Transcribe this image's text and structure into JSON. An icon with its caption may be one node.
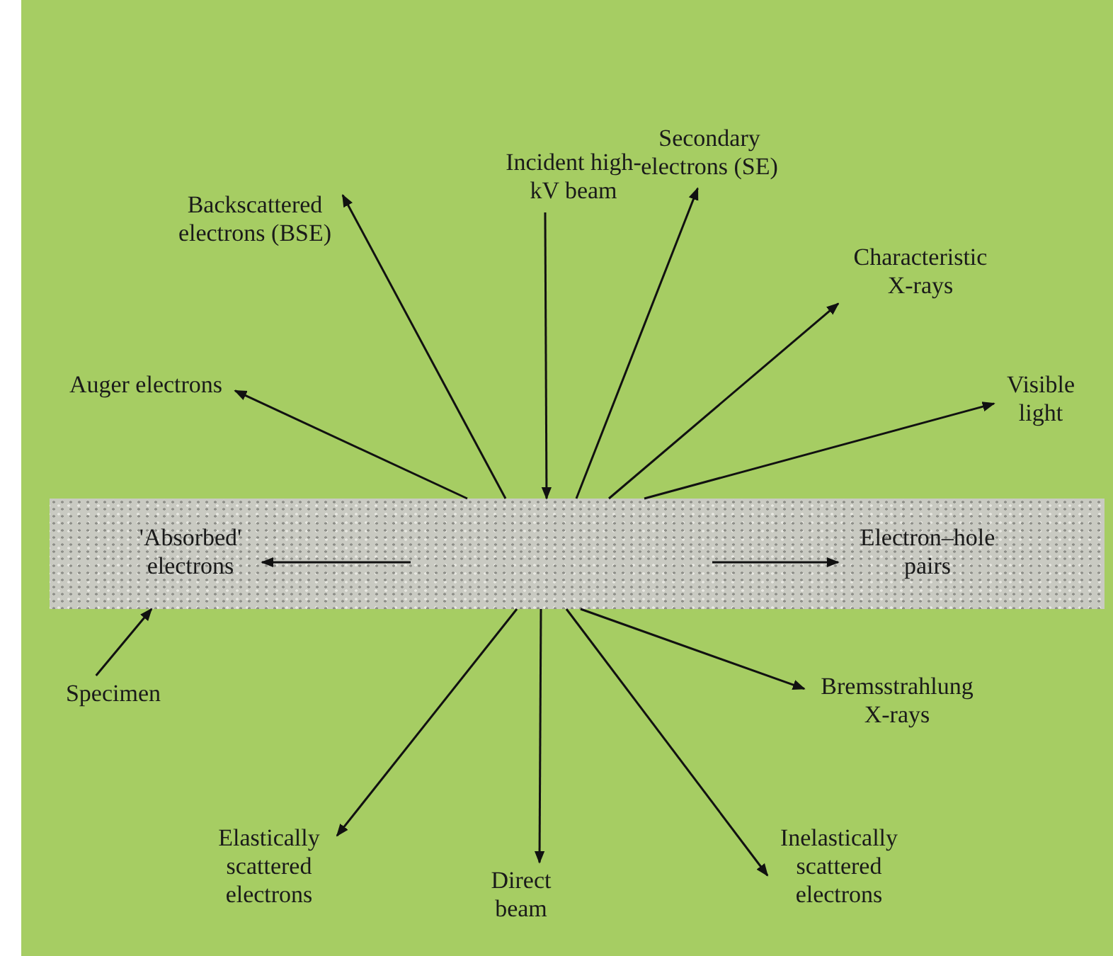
{
  "diagram": {
    "nodes": [
      {
        "text": [],
        "shape": "bar"
      },
      {
        "text": [
          "'Absorbed' electrons"
        ],
        "in": 0
      },
      {
        "text": [
          "Electron–hole pairs"
        ],
        "in": 0
      },
      {
        "text": [
          "Incident high-kV beam"
        ]
      },
      {
        "text": [
          "Backscattered electrons (BSE)"
        ]
      },
      {
        "text": [
          "Secondary electrons (SE)"
        ]
      },
      {
        "text": [
          "Characteristic X-rays"
        ]
      },
      {
        "text": [
          "Auger electrons"
        ]
      },
      {
        "text": [
          "Visible light"
        ]
      },
      {
        "text": [
          "Specimen"
        ]
      },
      {
        "text": [
          "Bremsstrahlung X-rays"
        ]
      },
      {
        "text": [
          "Elastically scattered electrons"
        ]
      },
      {
        "text": [
          "Direct beam"
        ]
      },
      {
        "text": [
          "Inelastically scattered electrons"
        ]
      }
    ],
    "edges": [
      {
        "from": 3,
        "to": 0,
        "arrow": "to"
      },
      {
        "from": 0,
        "to": 4,
        "arrow": "to"
      },
      {
        "from": 0,
        "to": 5,
        "arrow": "to"
      },
      {
        "from": 0,
        "to": 6,
        "arrow": "to"
      },
      {
        "from": 0,
        "to": 7,
        "arrow": "to"
      },
      {
        "from": 0,
        "to": 8,
        "arrow": "to"
      },
      {
        "from": null,
        "to": 1,
        "arrow": "to"
      },
      {
        "from": null,
        "to": 2,
        "arrow": "to"
      },
      {
        "from": 9,
        "to": 0,
        "arrow": "to"
      },
      {
        "from": 0,
        "to": 10,
        "arrow": "to"
      },
      {
        "from": 0,
        "to": 11,
        "arrow": "to"
      },
      {
        "from": 0,
        "to": 12,
        "arrow": "to"
      },
      {
        "from": 0,
        "to": 13,
        "arrow": "to"
      }
    ]
  }
}
